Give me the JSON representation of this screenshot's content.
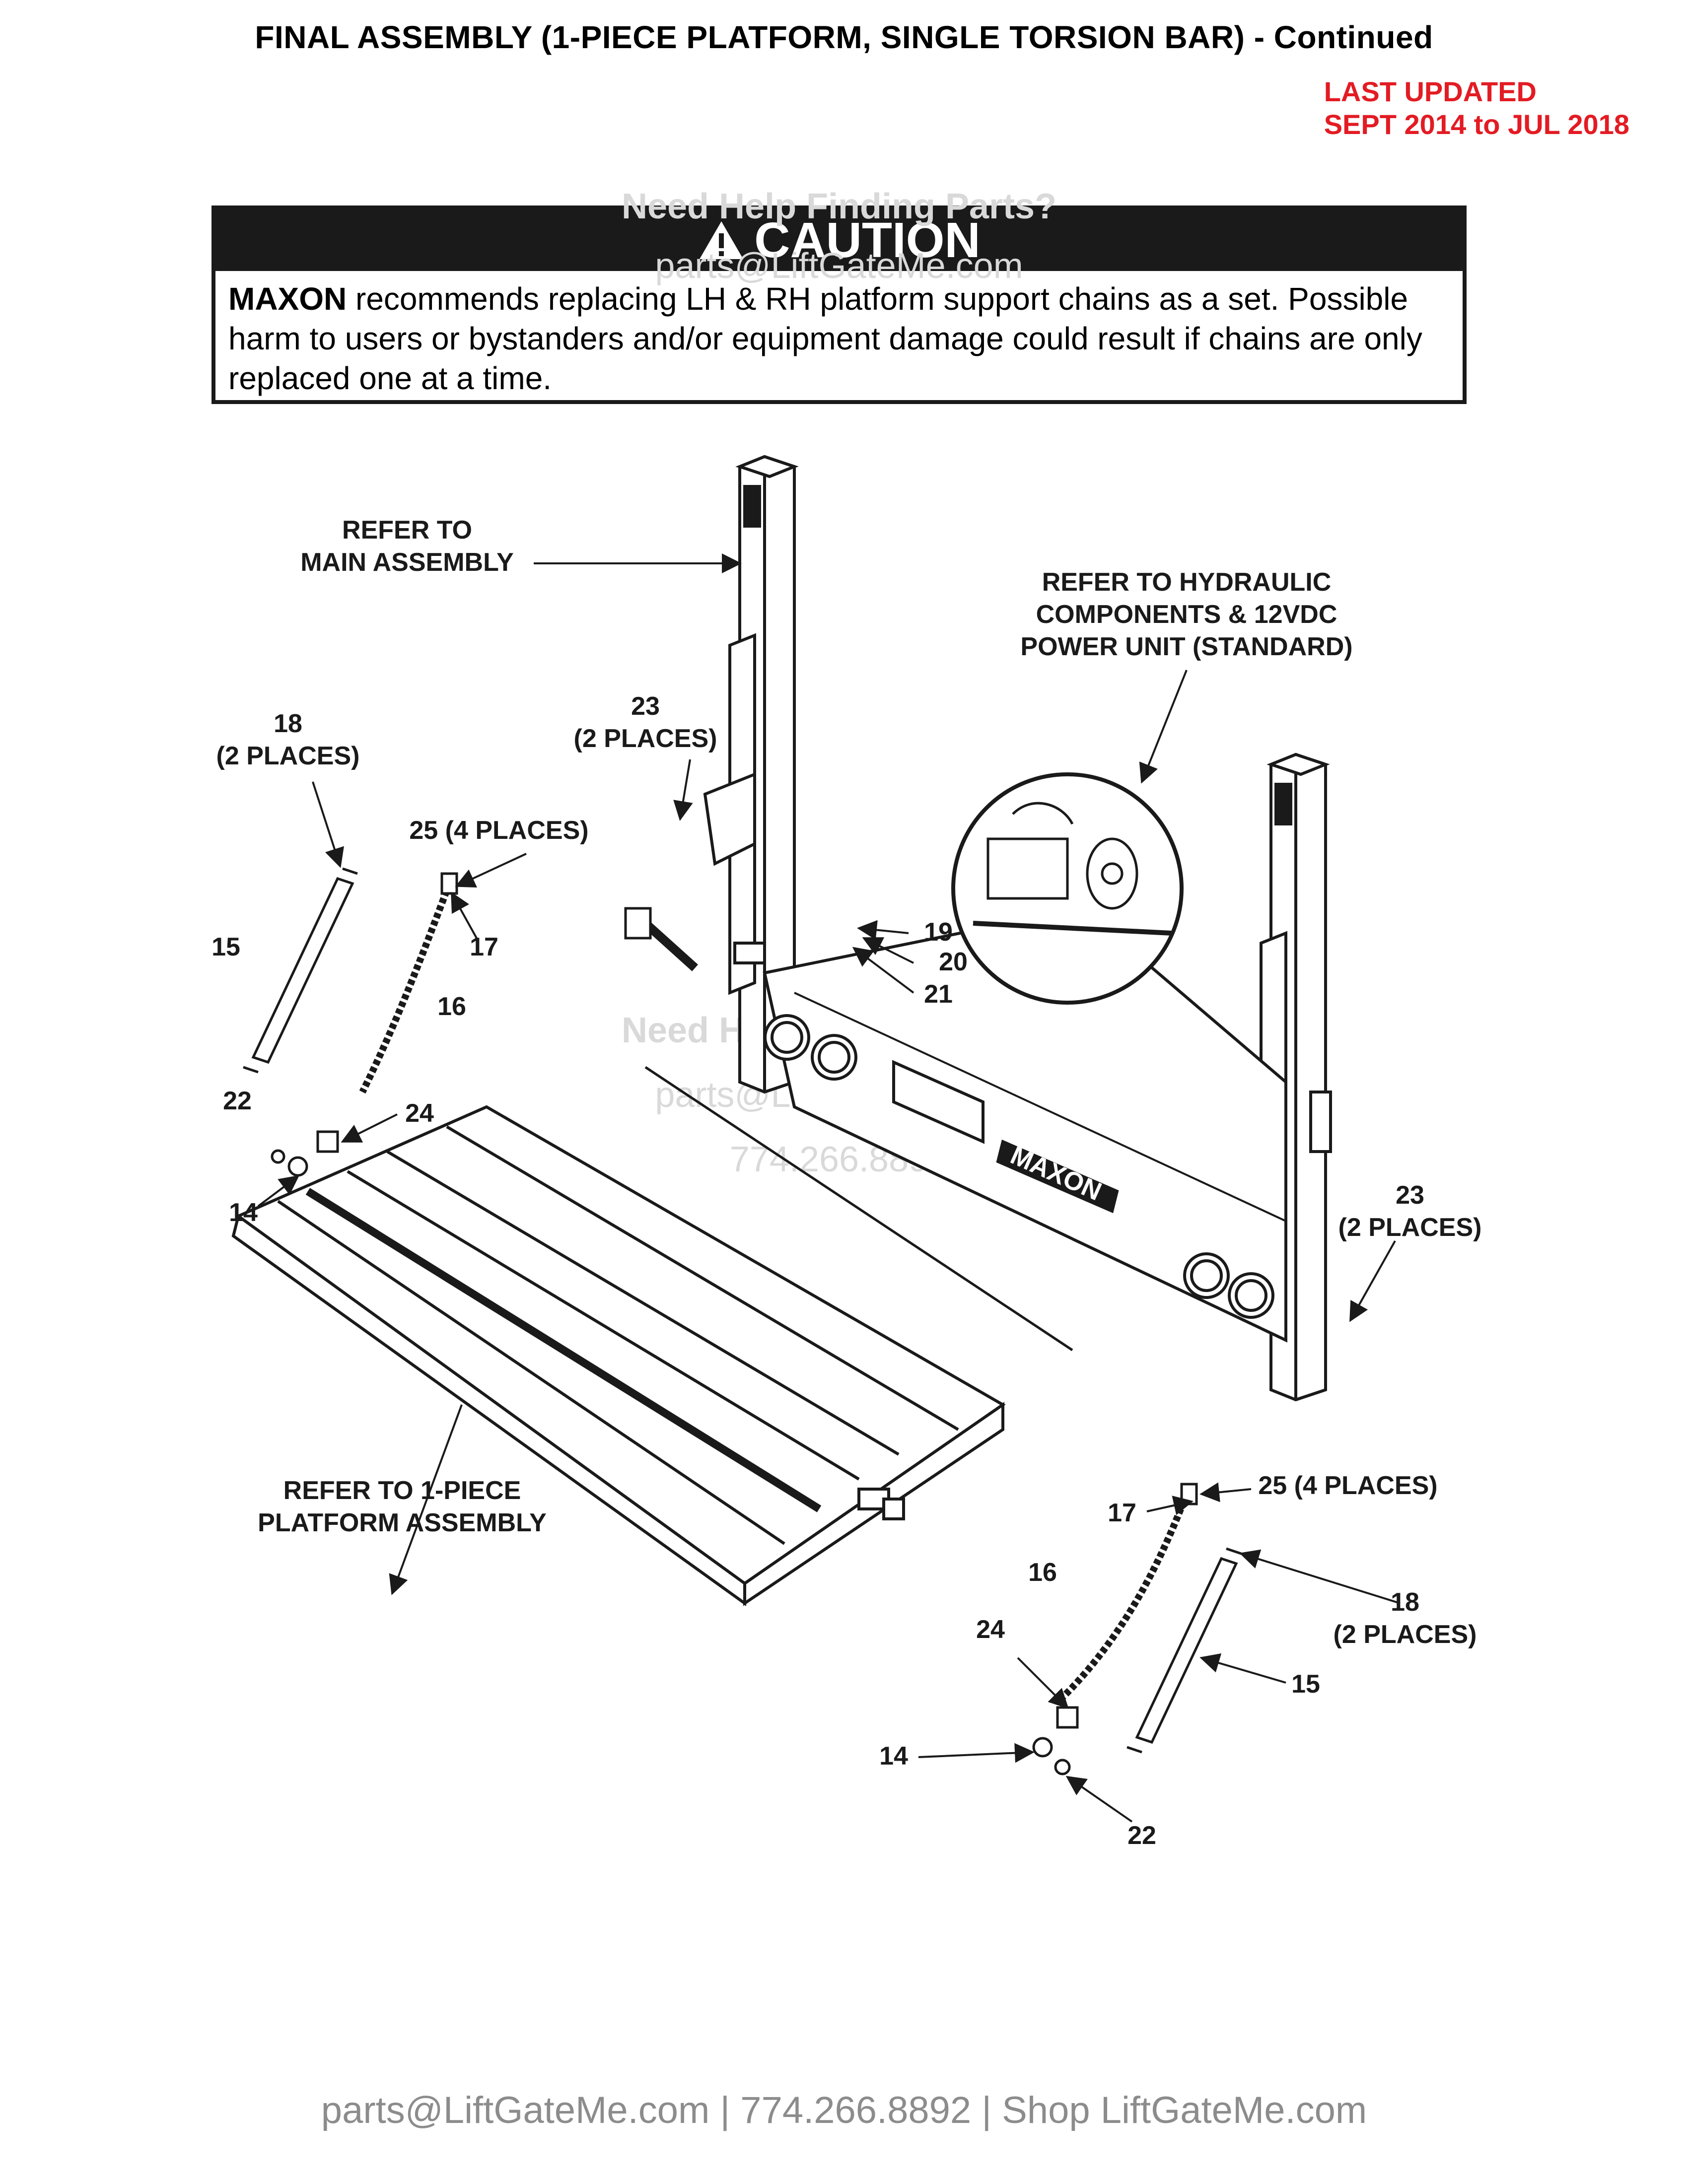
{
  "header": {
    "title": "FINAL ASSEMBLY (1-PIECE PLATFORM, SINGLE TORSION BAR) - Continued",
    "last_updated_line1": "LAST UPDATED",
    "last_updated_line2": "SEPT 2014 to JUL 2018"
  },
  "caution": {
    "heading": "CAUTION",
    "brand": "MAXON",
    "message": " recommends replacing LH & RH platform support chains as a set. Possible harm to users or bystanders and/or equipment damage could result if chains are only replaced one at a time."
  },
  "watermark": {
    "help": "Need Help Finding Parts?",
    "email": "parts@LiftGateMe.com",
    "phone": "774.266.8892"
  },
  "labels": {
    "main_assembly_1": "REFER TO",
    "main_assembly_2": "MAIN ASSEMBLY",
    "hydraulic_1": "REFER TO HYDRAULIC",
    "hydraulic_2": "COMPONENTS & 12VDC",
    "hydraulic_3": "POWER UNIT (STANDARD)",
    "platform_1": "REFER TO 1-PIECE",
    "platform_2": "PLATFORM ASSEMBLY",
    "brand_plate": "MAXON",
    "p18_left": "18",
    "p18_left_places": "(2 PLACES)",
    "p23_top": "23",
    "p23_top_places": "(2 PLACES)",
    "p25_left": "25 (4 PLACES)",
    "p15_left": "15",
    "p17_left": "17",
    "p16_left": "16",
    "p19": "19",
    "p20": "20",
    "p21": "21",
    "p22_left": "22",
    "p24_left": "24",
    "p14_left": "14",
    "p23_right": "23",
    "p23_right_places": "(2 PLACES)",
    "p25_right": "25 (4 PLACES)",
    "p17_right": "17",
    "p16_right": "16",
    "p18_right": "18",
    "p18_right_places": "(2 PLACES)",
    "p24_right": "24",
    "p15_right": "15",
    "p14_right": "14",
    "p22_right": "22"
  },
  "footer": {
    "contact": "parts@LiftGateMe.com | 774.266.8892 | Shop LiftGateMe.com"
  },
  "colors": {
    "accent_red": "#e31b23",
    "caution_black": "#1a1a1a",
    "footer_gray": "#8c8c8c",
    "watermark_gray": "#d9d9d9"
  }
}
